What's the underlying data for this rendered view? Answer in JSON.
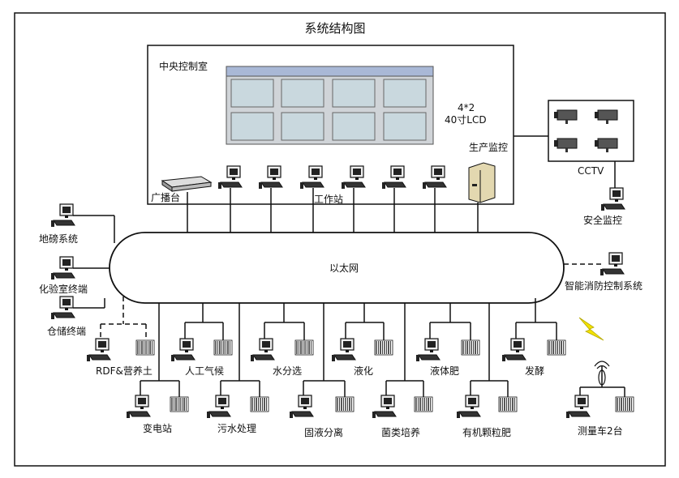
{
  "title": "系统结构图",
  "control_room": {
    "label": "中央控制室",
    "lcd_spec": "4*2",
    "lcd_size": "40寸LCD",
    "monitor_label": "生产监控"
  },
  "cctv": {
    "label": "CCTV",
    "security_label": "安全监控"
  },
  "network": {
    "label": "以太网"
  },
  "broadcast": {
    "label": "广播台"
  },
  "workstation": {
    "label": "工作站"
  },
  "left_terminals": [
    "地磅系统",
    "化验室终端",
    "仓储终端"
  ],
  "fire_system": {
    "label": "智能消防控制系统"
  },
  "row1": [
    "RDF&营养土",
    "人工气候",
    "水分选",
    "液化",
    "液体肥",
    "发酵"
  ],
  "row2": [
    "变电站",
    "污水处理",
    "固液分离",
    "菌类培养",
    "有机颗粒肥",
    "测量车2台"
  ]
}
